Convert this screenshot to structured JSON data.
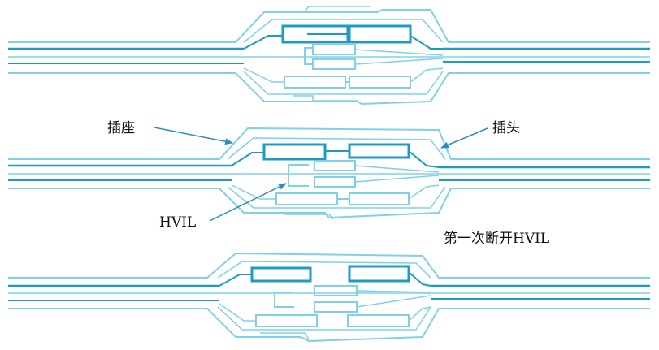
{
  "labels": {
    "socket": "插座",
    "plug": "插头",
    "hvil": "HVIL",
    "note": "第一次断开HVIL"
  },
  "colors": {
    "dark_line": "#1d9bc4",
    "light_line": "#7fd0e8",
    "pointer": "#2a8fc0",
    "text": "#111111"
  }
}
